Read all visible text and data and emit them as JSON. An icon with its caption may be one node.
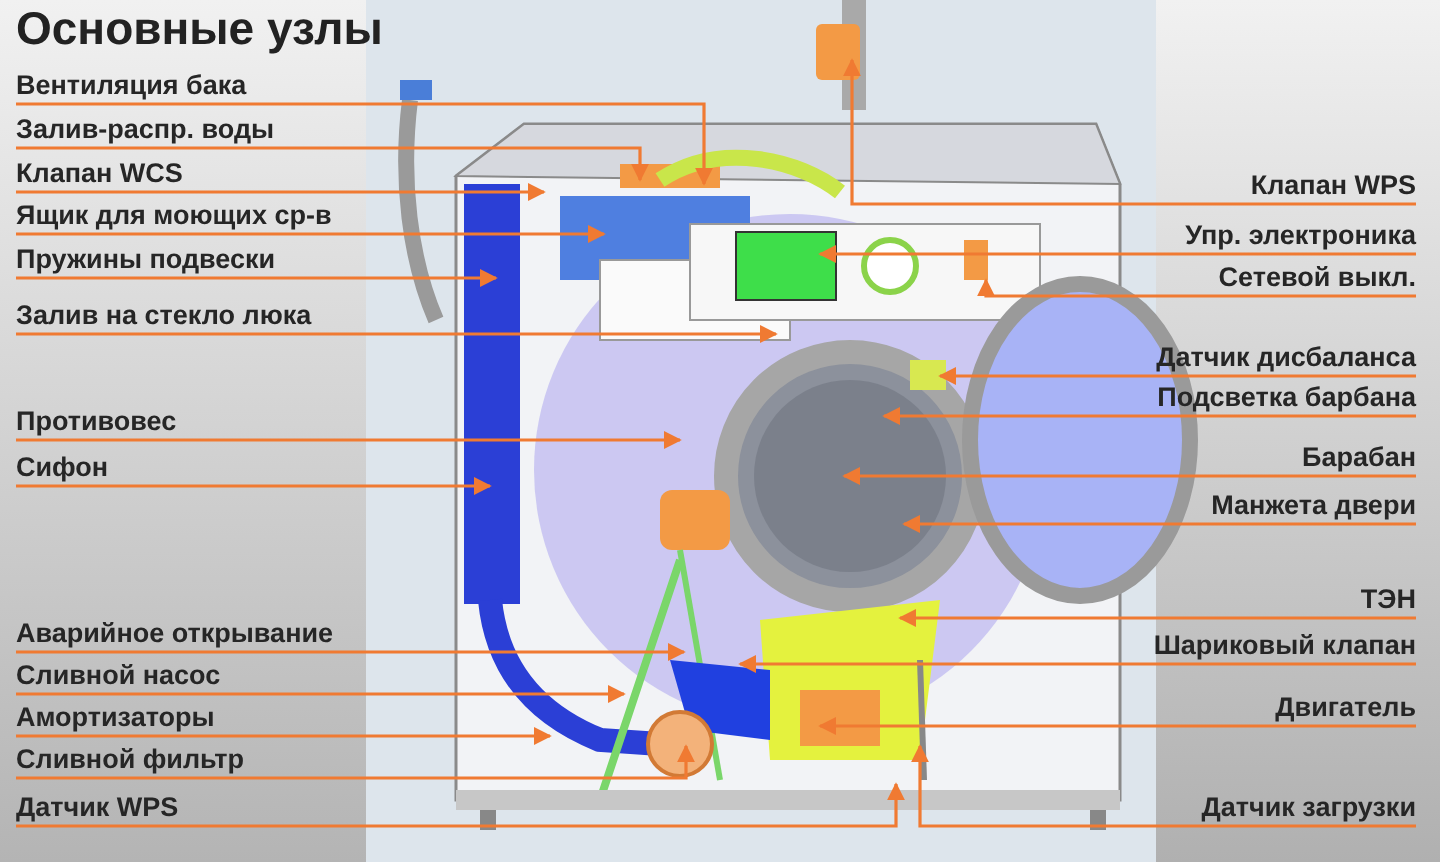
{
  "diagram": {
    "title": "Основные узлы",
    "nodes": [
      {
        "text": [
          "Вентиляция бака"
        ]
      },
      {
        "text": [
          "Залив-распр. воды"
        ]
      },
      {
        "text": [
          "Клапан WCS"
        ]
      },
      {
        "text": [
          "Ящик для моющих ср-в"
        ]
      },
      {
        "text": [
          "Пружины подвески"
        ]
      },
      {
        "text": [
          "Залив на стекло люка"
        ]
      },
      {
        "text": [
          "Противовес"
        ]
      },
      {
        "text": [
          "Сифон"
        ]
      },
      {
        "text": [
          "Аварийное открывание"
        ]
      },
      {
        "text": [
          "Сливной насос"
        ]
      },
      {
        "text": [
          "Амортизаторы"
        ]
      },
      {
        "text": [
          "Сливной фильтр"
        ]
      },
      {
        "text": [
          "Датчик WPS"
        ]
      },
      {
        "text": [
          "Клапан WPS"
        ]
      },
      {
        "text": [
          "Упр. электроника"
        ]
      },
      {
        "text": [
          "Сетевой выкл."
        ]
      },
      {
        "text": [
          "Датчик дисбаланса"
        ]
      },
      {
        "text": [
          "Подсветка барбана"
        ]
      },
      {
        "text": [
          "Барабан"
        ]
      },
      {
        "text": [
          "Манжета двери"
        ]
      },
      {
        "text": [
          "ТЭН"
        ]
      },
      {
        "text": [
          "Шариковый клапан"
        ]
      },
      {
        "text": [
          "Двигатель"
        ]
      },
      {
        "text": [
          "Датчик загрузки"
        ]
      }
    ],
    "edges": [
      {
        "from": 0,
        "to": null,
        "arrow": "to"
      },
      {
        "from": 1,
        "to": null,
        "arrow": "to"
      },
      {
        "from": 2,
        "to": null,
        "arrow": "to"
      },
      {
        "from": 3,
        "to": null,
        "arrow": "to"
      },
      {
        "from": 4,
        "to": null,
        "arrow": "to"
      },
      {
        "from": 5,
        "to": null,
        "arrow": "to"
      },
      {
        "from": 6,
        "to": null,
        "arrow": "to"
      },
      {
        "from": 7,
        "to": null,
        "arrow": "to"
      },
      {
        "from": 8,
        "to": null,
        "arrow": "to"
      },
      {
        "from": 9,
        "to": null,
        "arrow": "to"
      },
      {
        "from": 10,
        "to": null,
        "arrow": "to"
      },
      {
        "from": 11,
        "to": null,
        "arrow": "to"
      },
      {
        "from": 12,
        "to": null,
        "arrow": "to"
      },
      {
        "from": 13,
        "to": null,
        "arrow": "to"
      },
      {
        "from": 14,
        "to": null,
        "arrow": "to"
      },
      {
        "from": 15,
        "to": null,
        "arrow": "to"
      },
      {
        "from": 16,
        "to": null,
        "arrow": "to"
      },
      {
        "from": 17,
        "to": null,
        "arrow": "to"
      },
      {
        "from": 18,
        "to": null,
        "arrow": "to"
      },
      {
        "from": 19,
        "to": null,
        "arrow": "to"
      },
      {
        "from": 20,
        "to": null,
        "arrow": "to"
      },
      {
        "from": 21,
        "to": null,
        "arrow": "to"
      },
      {
        "from": 22,
        "to": null,
        "arrow": "to"
      },
      {
        "from": 23,
        "to": null,
        "arrow": "to"
      }
    ]
  }
}
